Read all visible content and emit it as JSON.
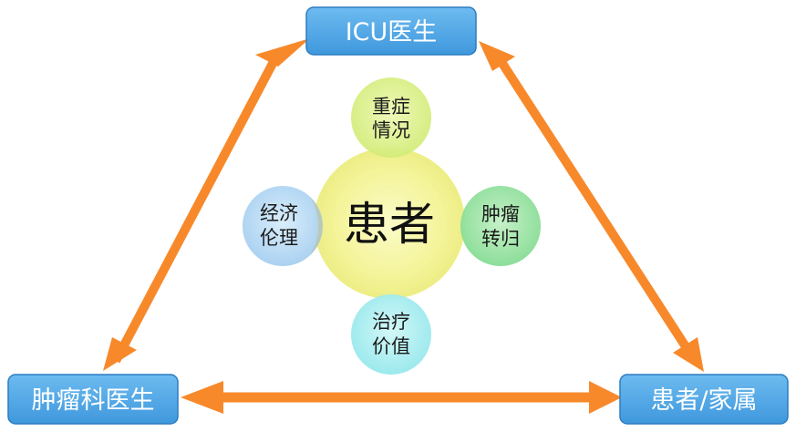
{
  "nodes": {
    "icu_doctor": "ICU医生",
    "oncology_doctor": "肿瘤科医生",
    "patient_family": "患者/家属"
  },
  "center": {
    "label": "患者"
  },
  "satellites": {
    "top": {
      "line1": "重症",
      "line2": "情况"
    },
    "right": {
      "line1": "肿瘤",
      "line2": "转归"
    },
    "bottom": {
      "line1": "治疗",
      "line2": "价值"
    },
    "left": {
      "line1": "经济",
      "line2": "伦理"
    }
  },
  "colors": {
    "box_fill": "#4FA8E8",
    "box_border": "#2D7CC1",
    "arrow": "#F7892B",
    "center_fill": "#F6F6A0",
    "sat_top": "#DDF08A",
    "sat_right": "#98E3A2",
    "sat_bottom": "#A6EEF0",
    "sat_left": "#B4D8F4"
  }
}
